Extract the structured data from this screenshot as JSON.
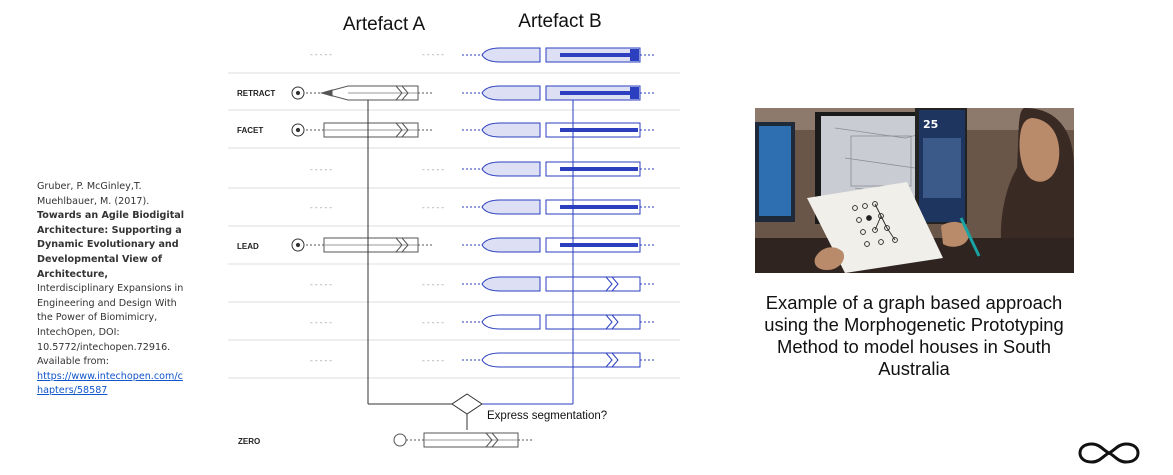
{
  "diagram": {
    "headers": [
      "Artefact A",
      "Artefact B"
    ],
    "row_labels": [
      "RETRACT",
      "FACET",
      "LEAD"
    ],
    "zero_label": "ZERO",
    "decision_label": "Express segmentation?",
    "dash_marker": "-----",
    "colors": {
      "artefact_a": "#555555",
      "artefact_b": "#2b3fbf",
      "artefact_b_fill": "#dde0f5"
    }
  },
  "citation": {
    "authors": "Gruber, P. McGinley,T. Muehlbauer, M. (2017).",
    "title": "Towards an Agile Biodigital Architecture: Supporting a Dynamic Evolutionary and Developmental View of Architecture,",
    "source": "Interdisciplinary Expansions in Engineering and Design With the Power of Biomimicry, IntechOpen, DOI: 10.5772/intechopen.72916.",
    "available": "Available from:",
    "link": "https://www.intechopen.com/chapters/58587"
  },
  "caption": "Example of a graph based approach using the Morphogenetic Prototyping Method to model houses in South Australia",
  "photo": {
    "screen_number": "25"
  },
  "logo": {
    "icon": "infinity-logo-icon"
  }
}
